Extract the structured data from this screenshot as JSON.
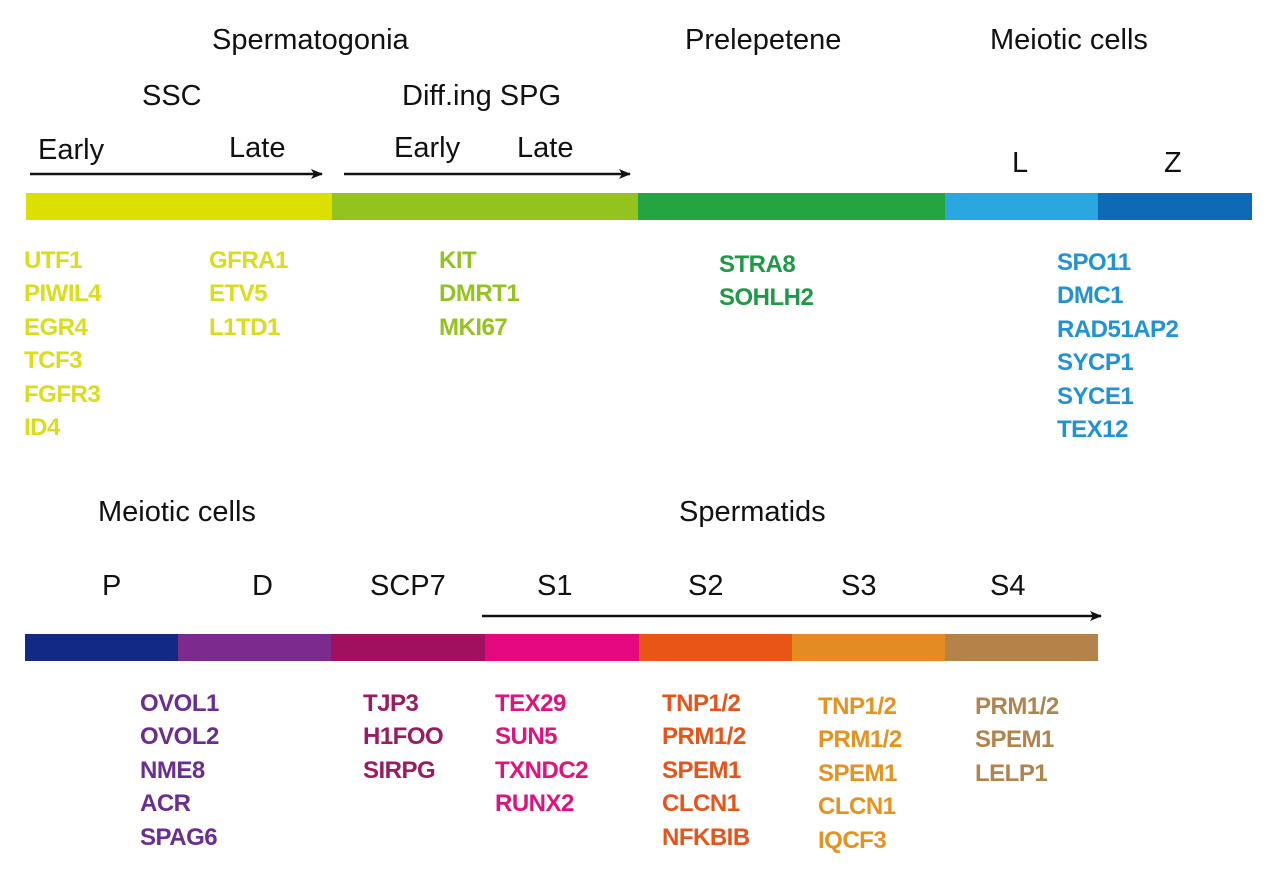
{
  "row1": {
    "headers": {
      "spermatogonia": "Spermatogonia",
      "prelepetene": "Prelepetene",
      "meiotic": "Meiotic cells"
    },
    "subheaders": {
      "ssc": "SSC",
      "diffing": "Diff.ing SPG"
    },
    "stage_labels": {
      "ssc_early": "Early",
      "ssc_late": "Late",
      "spg_early": "Early",
      "spg_late": "Late",
      "l": "L",
      "z": "Z"
    },
    "segments": [
      {
        "name": "ssc",
        "color": "#dce000"
      },
      {
        "name": "diff-spg",
        "color": "#94c21f"
      },
      {
        "name": "prelepetene",
        "color": "#26a441"
      },
      {
        "name": "leptotene",
        "color": "#2aa7df"
      },
      {
        "name": "zygotene",
        "color": "#0f6ab5"
      }
    ],
    "gene_groups": [
      {
        "name": "ssc-early",
        "color": "#d9dd1a",
        "genes": [
          "UTF1",
          "PIWIL4",
          "EGR4",
          "TCF3",
          "FGFR3",
          "ID4"
        ]
      },
      {
        "name": "ssc-late",
        "color": "#d9dd1a",
        "genes": [
          "GFRA1",
          "ETV5",
          "L1TD1"
        ]
      },
      {
        "name": "diff-spg",
        "color": "#94c21f",
        "genes": [
          "KIT",
          "DMRT1",
          "MKI67"
        ]
      },
      {
        "name": "prelepetene",
        "color": "#1d9a46",
        "genes": [
          "STRA8",
          "SOHLH2"
        ]
      },
      {
        "name": "lz",
        "color": "#2093d6",
        "genes": [
          "SPO11",
          "DMC1",
          "RAD51AP2",
          "SYCP1",
          "SYCE1",
          "TEX12"
        ]
      }
    ]
  },
  "row2": {
    "headers": {
      "meiotic": "Meiotic cells",
      "spermatids": "Spermatids"
    },
    "stage_labels": {
      "p": "P",
      "d": "D",
      "scp7": "SCP7",
      "s1": "S1",
      "s2": "S2",
      "s3": "S3",
      "s4": "S4"
    },
    "segments": [
      {
        "name": "pachytene",
        "color": "#132a85"
      },
      {
        "name": "diplotene",
        "color": "#7d2a8f"
      },
      {
        "name": "scp7",
        "color": "#a0105f"
      },
      {
        "name": "s1",
        "color": "#e6087e"
      },
      {
        "name": "s2",
        "color": "#e95517"
      },
      {
        "name": "s3",
        "color": "#e48b21"
      },
      {
        "name": "s4",
        "color": "#b5834a"
      }
    ],
    "gene_groups": [
      {
        "name": "pd",
        "color": "#6a2d91",
        "genes": [
          "OVOL1",
          "OVOL2",
          "NME8",
          "ACR",
          "SPAG6"
        ]
      },
      {
        "name": "scp7",
        "color": "#9c1a64",
        "genes": [
          "TJP3",
          "H1FOO",
          "SIRPG"
        ]
      },
      {
        "name": "s1",
        "color": "#e0127f",
        "genes": [
          "TEX29",
          "SUN5",
          "TXNDC2",
          "RUNX2"
        ]
      },
      {
        "name": "s2",
        "color": "#e75419",
        "genes": [
          "TNP1/2",
          "PRM1/2",
          "SPEM1",
          "CLCN1",
          "NFKBIB"
        ]
      },
      {
        "name": "s3",
        "color": "#e7921f",
        "genes": [
          "TNP1/2",
          "PRM1/2",
          "SPEM1",
          "CLCN1",
          "IQCF3"
        ]
      },
      {
        "name": "s4",
        "color": "#b0844e",
        "genes": [
          "PRM1/2",
          "SPEM1",
          "LELP1"
        ]
      }
    ]
  }
}
